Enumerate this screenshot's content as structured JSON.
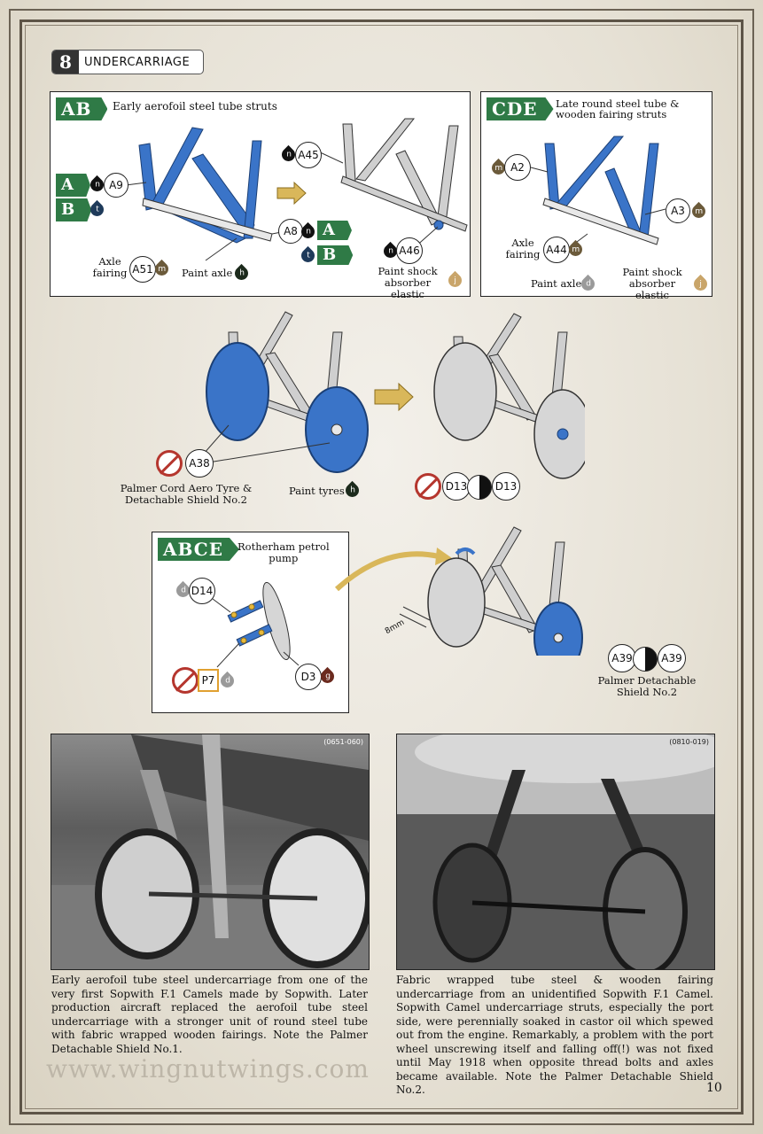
{
  "step": {
    "number": "8",
    "title": "UNDERCARRIAGE"
  },
  "panel_ab": {
    "tag": "AB",
    "title": "Early aerofoil steel tube struts",
    "tag_a": "A",
    "tag_b": "B",
    "p_a9": "A9",
    "p_a45": "A45",
    "p_a8": "A8",
    "p_a46": "A46",
    "p_a51": "A51",
    "axle_fairing": "Axle\nfairing",
    "paint_axle": "Paint axle",
    "paint_shock": "Paint shock\nabsorber elastic",
    "colors": {
      "n": "n",
      "t": "t",
      "m": "m",
      "h": "h",
      "j": "j"
    }
  },
  "panel_cde": {
    "tag": "CDE",
    "title": "Late round steel tube &\nwooden fairing struts",
    "p_a2": "A2",
    "p_a3": "A3",
    "p_a44": "A44",
    "axle_fairing": "Axle\nfairing",
    "paint_axle": "Paint axle",
    "paint_shock": "Paint shock\nabsorber elastic",
    "colors": {
      "m": "m",
      "d": "d",
      "j": "j"
    }
  },
  "wheels": {
    "p_a38": "A38",
    "tyre_label": "Palmer Cord Aero Tyre &\nDetachable Shield No.2",
    "paint_tyres": "Paint tyres",
    "color_h": "h",
    "p_d13_a": "D13",
    "p_d13_b": "D13"
  },
  "panel_abce": {
    "tag": "ABCE",
    "title": "Rotherham petrol\npump",
    "p_d14": "D14",
    "p_p7": "P7",
    "p_d3": "D3",
    "colors": {
      "d": "d",
      "g": "g"
    },
    "dim": "8mm"
  },
  "shield": {
    "p_a39_a": "A39",
    "p_a39_b": "A39",
    "label": "Palmer Detachable\nShield No.2"
  },
  "photos": [
    {
      "ref": "(0651-060)",
      "caption": "Early aerofoil tube steel undercarriage from one of the very first Sopwith F.1 Camels made by Sopwith. Later production aircraft replaced the aerofoil tube steel undercarriage with a stronger unit of round steel tube with fabric wrapped wooden fairings. Note the Palmer Detachable Shield No.1."
    },
    {
      "ref": "(0810-019)",
      "caption": "Fabric wrapped tube steel & wooden fairing undercarriage from an unidentified Sopwith F.1 Camel. Sopwith Camel undercarriage struts, especially the port side, were perennially soaked in castor oil which spewed out from the engine. Remarkably, a problem with the port wheel unscrewing itself and falling off(!) was not fixed until May 1918 when opposite thread bolts and axles became available. Note the Palmer Detachable Shield No.2."
    }
  ],
  "watermark": "www.wingnutwings.com",
  "page_number": "10",
  "palette": {
    "blue": "#3a74c8",
    "green": "#2f7a46",
    "grey": "#c9c9c9",
    "n": "#111111",
    "t": "#1e3a5a",
    "m": "#6b5a3a",
    "h": "#1c2a1c",
    "j": "#c9a56a",
    "d": "#9a9a9a",
    "g": "#6b2a1e"
  }
}
